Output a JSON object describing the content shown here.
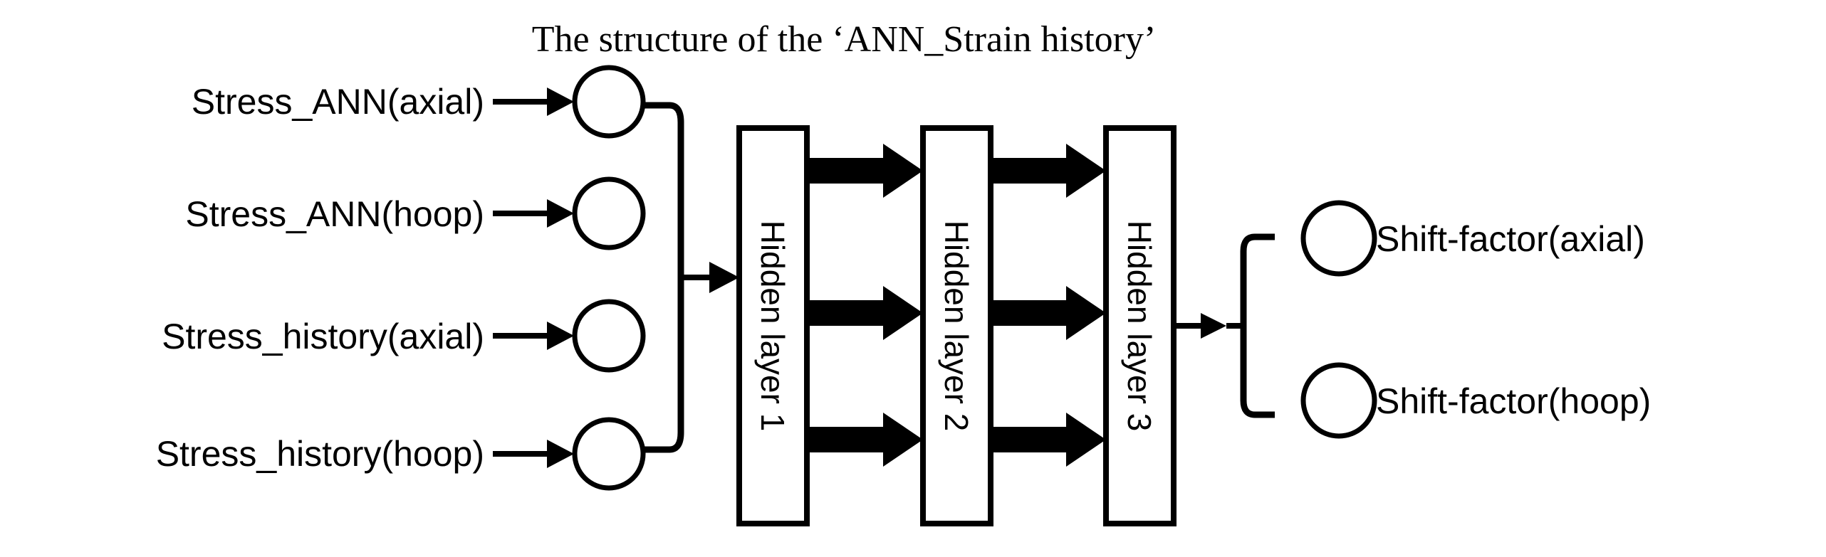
{
  "diagram": {
    "title": "The structure of the ‘ANN_Strain history’",
    "type": "neural-network-architecture",
    "inputs": [
      {
        "label": "Stress_ANN(axial)",
        "node": "input-node-1"
      },
      {
        "label": "Stress_ANN(hoop)",
        "node": "input-node-2"
      },
      {
        "label": "Stress_history(axial)",
        "node": "input-node-3"
      },
      {
        "label": "Stress_history(hoop)",
        "node": "input-node-4"
      }
    ],
    "hidden_layers": [
      {
        "label": "Hidden layer 1"
      },
      {
        "label": "Hidden layer 2"
      },
      {
        "label": "Hidden layer 3"
      }
    ],
    "outputs": [
      {
        "label": "Shift-factor(axial)",
        "node": "output-node-1"
      },
      {
        "label": "Shift-factor(hoop)",
        "node": "output-node-2"
      }
    ],
    "colors": {
      "stroke": "#000000",
      "background": "#ffffff",
      "fill": "#ffffff"
    }
  }
}
